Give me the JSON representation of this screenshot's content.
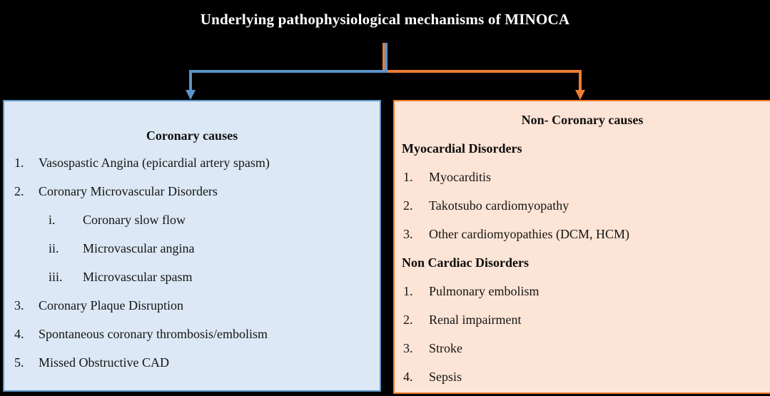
{
  "title": "Underlying pathophysiological mechanisms of MINOCA",
  "colors": {
    "background": "#000000",
    "title_text": "#ffffff",
    "blue_connector": "#5b93c8",
    "blue_box_fill": "#dce8f5",
    "blue_box_border": "#5b93c8",
    "orange_connector": "#ed7d31",
    "orange_box_fill": "#fce4d6",
    "orange_box_border": "#ed7d31",
    "body_text": "#141414"
  },
  "coronary_box": {
    "title": "Coronary causes",
    "items": [
      {
        "marker": "1.",
        "text": "Vasospastic Angina (epicardial artery spasm)",
        "level": 1
      },
      {
        "marker": "2.",
        "text": "Coronary Microvascular Disorders",
        "level": 1
      },
      {
        "marker": "i.",
        "text": "Coronary slow flow",
        "level": 2
      },
      {
        "marker": "ii.",
        "text": "Microvascular angina",
        "level": 2
      },
      {
        "marker": "iii.",
        "text": "Microvascular spasm",
        "level": 2
      },
      {
        "marker": "3.",
        "text": "Coronary Plaque Disruption",
        "level": 1
      },
      {
        "marker": "4.",
        "text": "Spontaneous coronary thrombosis/embolism",
        "level": 1
      },
      {
        "marker": "5.",
        "text": "Missed Obstructive CAD",
        "level": 1
      }
    ]
  },
  "non_coronary_box": {
    "title": "Non- Coronary causes",
    "items": [
      {
        "marker": "",
        "text": "Myocardial Disorders",
        "style": "heading"
      },
      {
        "marker": "1.",
        "text": "Myocarditis"
      },
      {
        "marker": "2.",
        "text": "Takotsubo cardiomyopathy"
      },
      {
        "marker": "3.",
        "text": "Other cardiomyopathies (DCM, HCM)"
      },
      {
        "marker": "",
        "text": "Non Cardiac Disorders",
        "style": "heading"
      },
      {
        "marker": "1.",
        "text": "Pulmonary embolism"
      },
      {
        "marker": "2.",
        "text": "Renal impairment"
      },
      {
        "marker": "3.",
        "text": "Stroke"
      },
      {
        "marker": "4.",
        "text": "Sepsis"
      }
    ]
  }
}
